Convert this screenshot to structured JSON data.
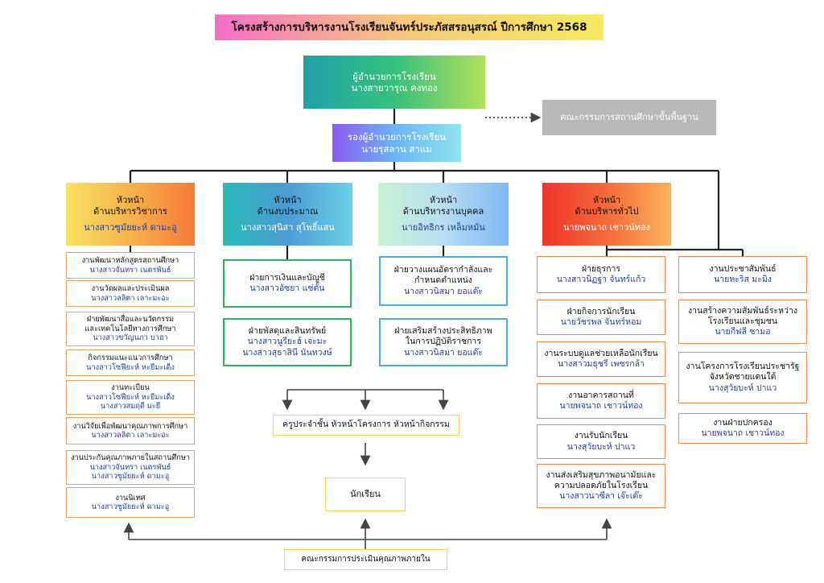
{
  "title": "โครงสร้างการบริหารงานโรงเรียนจันทร์ประภัสสรอนุสรณ์ ปีการศึกษา 2568",
  "director": {
    "role": "ผู้อำนวยการโรงเรียน",
    "name": "นางสายวารุณ คงทอง"
  },
  "board": "คณะกรรมการสถานศึกษาขั้นพื้นฐาน",
  "deputy": {
    "role": "รองผู้อำนวยการโรงเรียน",
    "name": "นายรุสลาน สาแม"
  },
  "heads": [
    {
      "l1": "หัวหน้า",
      "l2": "ด้านบริหารวิชาการ",
      "name": "นางสาวซูมัยยะห์ ดามะอู"
    },
    {
      "l1": "หัวหน้า",
      "l2": "ด้านงบประมาณ",
      "name": "นางสาวสุนิสา สุโพธิ์แสน"
    },
    {
      "l1": "หัวหน้า",
      "l2": "ด้านบริหารงานบุคคล",
      "name": "นายอิทธิกร เหล็มหมัน"
    },
    {
      "l1": "หัวหน้า",
      "l2": "ด้านบริหารทั่วไป",
      "name": "นายพจนาถ เชาวน์ทอง"
    }
  ],
  "academic": [
    {
      "t": [
        "งานพัฒนาหลักสูตรสถานศึกษา"
      ],
      "n": [
        "นางสาวจันทรา เนตรพันธ์"
      ]
    },
    {
      "t": [
        "งานวัดผลและประเมินผล"
      ],
      "n": [
        "นางสาวลลิตา เลาะมะอะ"
      ]
    },
    {
      "t": [
        "ฝ่ายพัฒนาสื่อและนวัตกรรม",
        "และเทคโนโลยีทางการศึกษา"
      ],
      "n": [
        "นางสาวขวัญนภา บาฮา"
      ]
    },
    {
      "t": [
        "กิจกรรมแนะแนวการศึกษา"
      ],
      "n": [
        "นางสาวโซฟียะห์ หะยีมะเด็ง"
      ]
    },
    {
      "t": [
        "งานทะเบียน"
      ],
      "n": [
        "นางสาวโซฟียะห์ หะยีมะเด็ง",
        "นางสาวสมฤดี มะยี"
      ]
    },
    {
      "t": [
        "งานวิจัยเพื่อพัฒนาคุณภาพการศึกษา"
      ],
      "n": [
        "นางสาวลลิตา เลาะมะอะ"
      ]
    },
    {
      "t": [
        "งานประกันคุณภาพภายในสถานศึกษา"
      ],
      "n": [
        "นางสาวจันทรา เนตรพันธ์",
        "นางสาวซูมัยยะห์ ดามะอู"
      ]
    },
    {
      "t": [
        "งานนิเทศ"
      ],
      "n": [
        "นางสาวซูมัยยะห์ ดามะอู"
      ]
    }
  ],
  "budget": [
    {
      "t": [
        "ฝ่ายการเงินและบัญชี"
      ],
      "n": [
        "นางสาวอัซยา แซ่ตั้น"
      ]
    },
    {
      "t": [
        "ฝ่ายพัสดุและสินทรัพย์"
      ],
      "n": [
        "นางสาวนูรียะฮ์ เจะมะ",
        "นางสาวสุธาสินี นันทวงษ์"
      ]
    }
  ],
  "personnel": [
    {
      "t": [
        "ฝ่ายวางแผนอัตรากำลังและ",
        "กำหนดตำแหน่ง"
      ],
      "n": [
        "นางสาวนิสมา ยอแต๊ะ"
      ]
    },
    {
      "t": [
        "ฝ่ายเสริมสร้างประสิทธิภาพ",
        "ในการปฏิบัติราชการ"
      ],
      "n": [
        "นางสาวนิสมา ยอแต๊ะ"
      ]
    }
  ],
  "general_left": [
    {
      "t": [
        "ฝ่ายธุรการ"
      ],
      "n": [
        "นางสาวนิฏฐา จันทร์แก้ว"
      ]
    },
    {
      "t": [
        "ฝ่ายกิจการนักเรียน"
      ],
      "n": [
        "นายวัชรพล จันทร์หอม"
      ]
    },
    {
      "t": [
        "งานระบบดูแลช่วยเหลือนักเรียน"
      ],
      "n": [
        "นางสาวมธุชรี เพชรกล้า"
      ]
    },
    {
      "t": [
        "งานอาคารสถานที่"
      ],
      "n": [
        "นายพจนาถ เชาวน์ทอง"
      ]
    },
    {
      "t": [
        "งานรับนักเรียน"
      ],
      "n": [
        "นางสุวัยบะห์ ปาแว"
      ]
    },
    {
      "t": [
        "งานส่งเสริมสุขภาพอนามัยและ",
        "ความปลอดภัยในโรงเรียน"
      ],
      "n": [
        "นางสาวนาซีลา เจ๊ะเด๊ะ"
      ]
    }
  ],
  "general_right": [
    {
      "t": [
        "งานประชาสัมพันธ์"
      ],
      "n": [
        "นายหะริส มะมิง"
      ]
    },
    {
      "t": [
        "งานสร้างความสัมพันธ์ระหว่าง",
        "โรงเรียนและชุมชน"
      ],
      "n": [
        "นายกีฟลี ซามอ"
      ]
    },
    {
      "t": [
        "งานโครงการโรงเรียนประชารัฐ",
        "จังหวัดชายแดนใต้"
      ],
      "n": [
        "นางสุวัยบะห์ ปาแว"
      ]
    },
    {
      "t": [
        "งานฝ่ายปกครอง"
      ],
      "n": [
        "นายพจนาถ เชาวน์ทอง"
      ]
    }
  ],
  "teachers": "ครูประจำชั้น หัวหน้าโครงการ หัวหน้ากิจกรรม",
  "students": "นักเรียน",
  "internal": "คณะกรรมการประเมินคุณภาพภายใน"
}
